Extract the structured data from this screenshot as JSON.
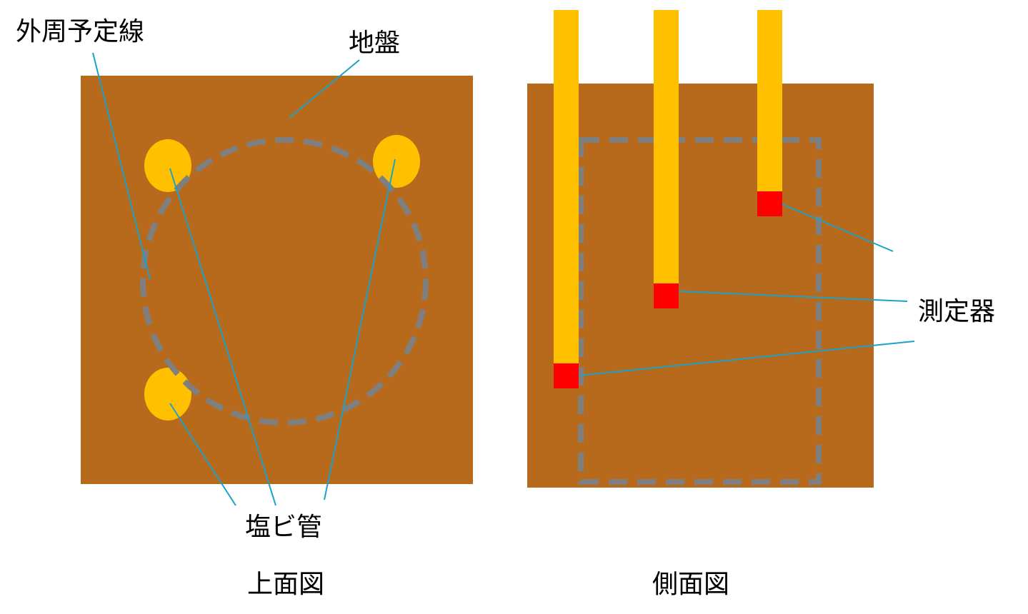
{
  "labels": {
    "outer_line": "外周予定線",
    "ground": "地盤",
    "pvc_pipe": "塩ビ管",
    "top_view": "上面図",
    "side_view": "側面図",
    "sensor": "測定器"
  },
  "colors": {
    "ground": "#B86A1C",
    "pipe": "#FFC000",
    "sensor": "#FF0000",
    "dashed_outline": "#7F7F7F",
    "leader_line": "#1DA1C8",
    "text": "#000000"
  }
}
